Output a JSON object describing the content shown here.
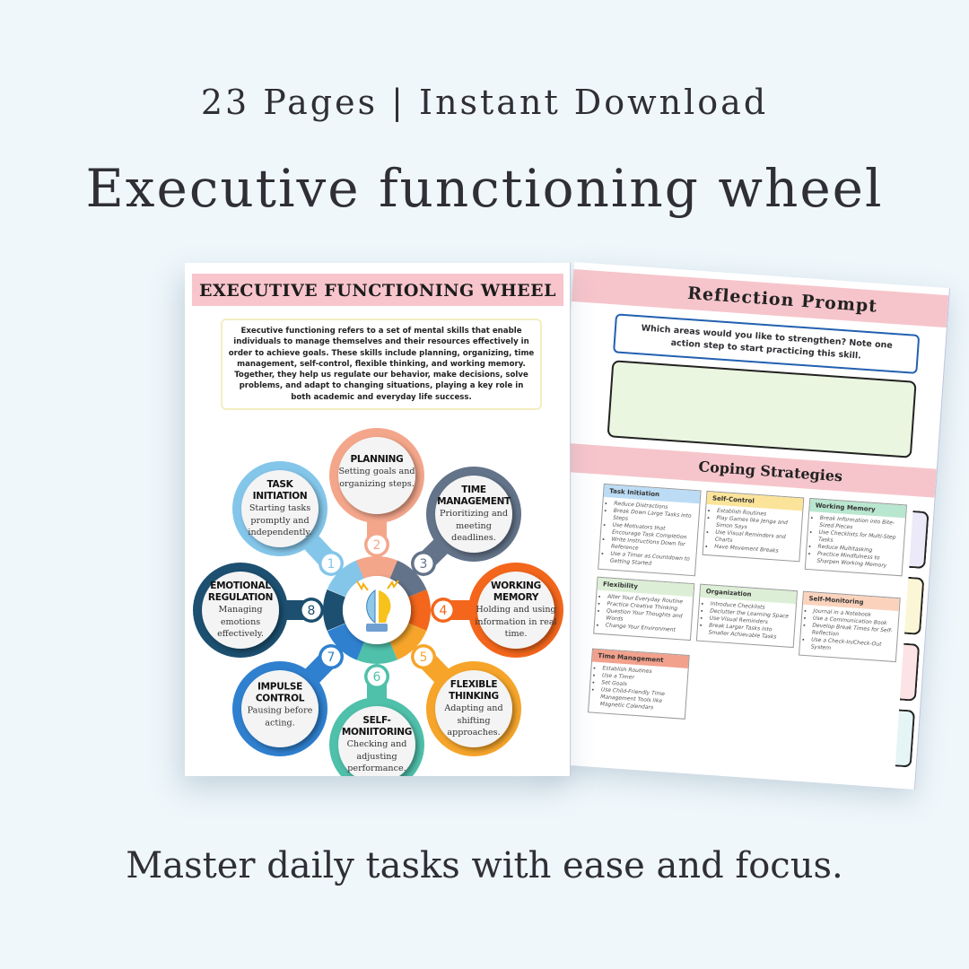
{
  "header": {
    "subtitle": "23 Pages | Instant Download",
    "title": "Executive functioning wheel"
  },
  "tagline": "Master daily tasks with ease and focus.",
  "main_page": {
    "title": "EXECUTIVE FUNCTIONING WHEEL",
    "intro": "Executive functioning refers to a set of mental skills that enable individuals to manage themselves and their resources effectively in order to achieve goals. These skills include planning, organizing, time management, self-control, flexible thinking, and working memory. Together, they help us regulate our behavior, make decisions, solve problems, and adapt to changing situations, playing a key role in both academic and everyday life success.",
    "center_icon": "brain-lightbulb-icon",
    "nodes": [
      {
        "number": "1",
        "title": "TASK INITIATION",
        "desc": "Starting tasks promptly and independently.",
        "color": "#84c6ea"
      },
      {
        "number": "2",
        "title": "PLANNING",
        "desc": "Setting goals and organizing steps.",
        "color": "#f4a68b"
      },
      {
        "number": "3",
        "title": "TIME MANAGEMENT",
        "desc": "Prioritizing and meeting deadlines.",
        "color": "#637389"
      },
      {
        "number": "4",
        "title": "WORKING MEMORY",
        "desc": "Holding and using information in real time.",
        "color": "#f3661b"
      },
      {
        "number": "5",
        "title": "FLEXIBLE THINKING",
        "desc": "Adapting and shifting approaches.",
        "color": "#f6a52a"
      },
      {
        "number": "6",
        "title": "SELF-MONIITORING",
        "desc": "Checking and adjusting performance.",
        "color": "#4fc0aa"
      },
      {
        "number": "7",
        "title": "IMPULSE CONTROL",
        "desc": "Pausing before acting.",
        "color": "#2f80cf"
      },
      {
        "number": "8",
        "title": "EMOTIONAL REGULATION",
        "desc": "Managing emotions effectively.",
        "color": "#1c4f70"
      }
    ]
  },
  "second_page": {
    "reflection_title": "Reflection Prompt",
    "reflection_question": "Which areas would you like to strengthen? Note one action step to start practicing this skill.",
    "coping_title": "Coping Strategies",
    "cards": [
      {
        "title": "Task Initiation",
        "color": "#bcdcf5",
        "items": [
          "Reduce Distractions",
          "Break Down Large Tasks into Steps",
          "Use Motivators that Encourage Task Completion",
          "Write Instructions Down for Reference",
          "Use a Timer as Countdown to Getting Started"
        ]
      },
      {
        "title": "Self-Control",
        "color": "#fbe49a",
        "items": [
          "Establish Routines",
          "Play Games like Jenga and Simon Says",
          "Use Visual Reminders and Charts",
          "Have Movement Breaks"
        ]
      },
      {
        "title": "Working Memory",
        "color": "#b9e6cf",
        "items": [
          "Break Information into Bite-Sized Pieces",
          "Use Checklists for Multi-Step Tasks",
          "Reduce Multitasking",
          "Practice Mindfulness to Sharpen Working Memory"
        ]
      },
      {
        "title": "Flexibility",
        "color": "#dcefd6",
        "items": [
          "Alter Your Everyday Routine",
          "Practice Creative Thinking",
          "Question Your Thoughts and Words",
          "Change Your Environment"
        ]
      },
      {
        "title": "Organization",
        "color": "#dcefd6",
        "items": [
          "Introduce Checklists",
          "Declutter the Learning Space",
          "Use Visual Reminders",
          "Break Larger Tasks into Smaller Achievable Tasks"
        ]
      },
      {
        "title": "Self-Monitoring",
        "color": "#fbd3bd",
        "items": [
          "Journal in a Notebook",
          "Use a Communication Book",
          "Develop Break Times for Self-Reflection",
          "Use a Check-In/Check-Out System"
        ]
      },
      {
        "title": "Time Management",
        "color": "#f2a18c",
        "items": [
          "Establish Routines",
          "Use a Timer",
          "Set Goals",
          "Use Child-Friendly Time Management Tools like Magnetic Calendars"
        ]
      }
    ],
    "tab_colors": [
      "#eceaf8",
      "#fbf6d6",
      "#fbe3e6",
      "#e5f4f4"
    ]
  }
}
